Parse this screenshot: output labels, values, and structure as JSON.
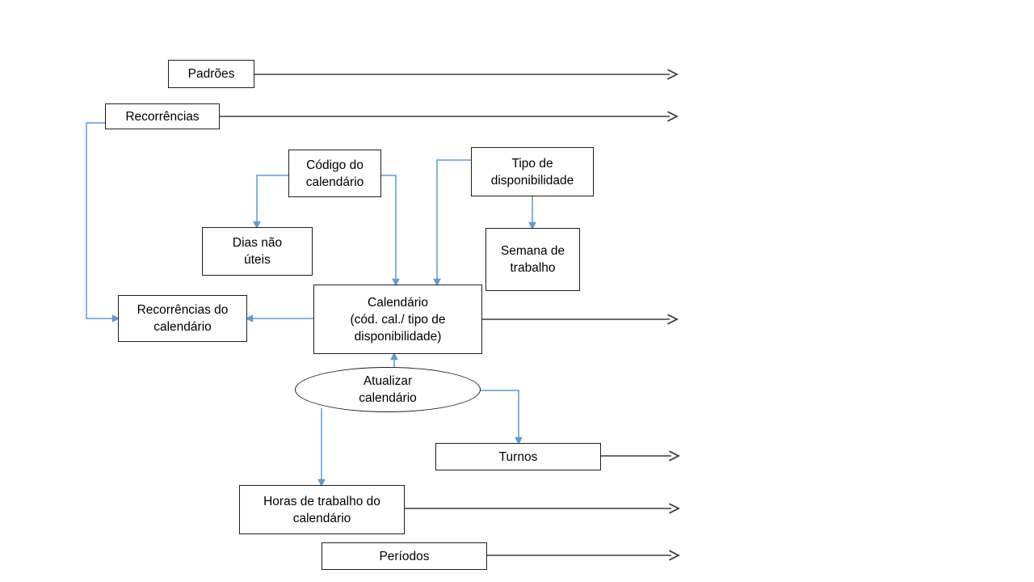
{
  "diagram": {
    "colors": {
      "connector_blue": "#5B9BD5",
      "flow_arrow_black": "#3d3d3d",
      "box_border": "#1f1f1f",
      "background": "#ffffff",
      "text": "#000000"
    },
    "nodes": {
      "padroes": {
        "shape": "rect",
        "lines": [
          "Padrões"
        ]
      },
      "recorrencias": {
        "shape": "rect",
        "lines": [
          "Recorrências"
        ]
      },
      "codigo_do_calendario": {
        "shape": "rect",
        "lines": [
          "Código do",
          "calendário"
        ]
      },
      "tipo_de_disponibilidade": {
        "shape": "rect",
        "lines": [
          "Tipo de",
          "disponibilidade"
        ]
      },
      "dias_nao_uteis": {
        "shape": "rect",
        "lines": [
          "Dias não",
          "úteis"
        ]
      },
      "semana_de_trabalho": {
        "shape": "rect",
        "lines": [
          "Semana de",
          "trabalho"
        ]
      },
      "recorrencias_do_calendario": {
        "shape": "rect",
        "lines": [
          "Recorrências do",
          "calendário"
        ]
      },
      "calendario": {
        "shape": "rect",
        "lines": [
          "Calendário",
          "(cód. cal./ tipo de",
          "disponibilidade)"
        ]
      },
      "atualizar_calendario": {
        "shape": "ellipse",
        "lines": [
          "Atualizar",
          "calendário"
        ]
      },
      "turnos": {
        "shape": "rect",
        "lines": [
          "Turnos"
        ]
      },
      "horas_de_trabalho_do_calendario": {
        "shape": "rect",
        "lines": [
          "Horas de trabalho do",
          "calendário"
        ]
      },
      "periodos": {
        "shape": "rect",
        "lines": [
          "Períodos"
        ]
      }
    },
    "edges": [
      {
        "from": "recorrencias",
        "to": "recorrencias_do_calendario",
        "style": "blue-arrow"
      },
      {
        "from": "codigo_do_calendario",
        "to": "dias_nao_uteis",
        "style": "blue-arrow"
      },
      {
        "from": "codigo_do_calendario",
        "to": "calendario",
        "style": "blue-arrow"
      },
      {
        "from": "tipo_de_disponibilidade",
        "to": "calendario",
        "style": "blue-arrow"
      },
      {
        "from": "tipo_de_disponibilidade",
        "to": "semana_de_trabalho",
        "style": "blue-arrow"
      },
      {
        "from": "calendario",
        "to": "recorrencias_do_calendario",
        "style": "blue-arrow"
      },
      {
        "from": "atualizar_calendario",
        "to": "calendario",
        "style": "blue-arrow"
      },
      {
        "from": "atualizar_calendario",
        "to": "turnos",
        "style": "blue-arrow"
      },
      {
        "from": "atualizar_calendario",
        "to": "horas_de_trabalho_do_calendario",
        "style": "blue-arrow"
      },
      {
        "from": "padroes",
        "to": "right-edge",
        "style": "black-open-arrow"
      },
      {
        "from": "recorrencias",
        "to": "right-edge",
        "style": "black-open-arrow"
      },
      {
        "from": "calendario",
        "to": "right-edge",
        "style": "black-open-arrow"
      },
      {
        "from": "turnos",
        "to": "right-edge",
        "style": "black-open-arrow"
      },
      {
        "from": "horas_de_trabalho_do_calendario",
        "to": "right-edge",
        "style": "black-open-arrow"
      },
      {
        "from": "periodos",
        "to": "right-edge",
        "style": "black-open-arrow"
      }
    ]
  }
}
